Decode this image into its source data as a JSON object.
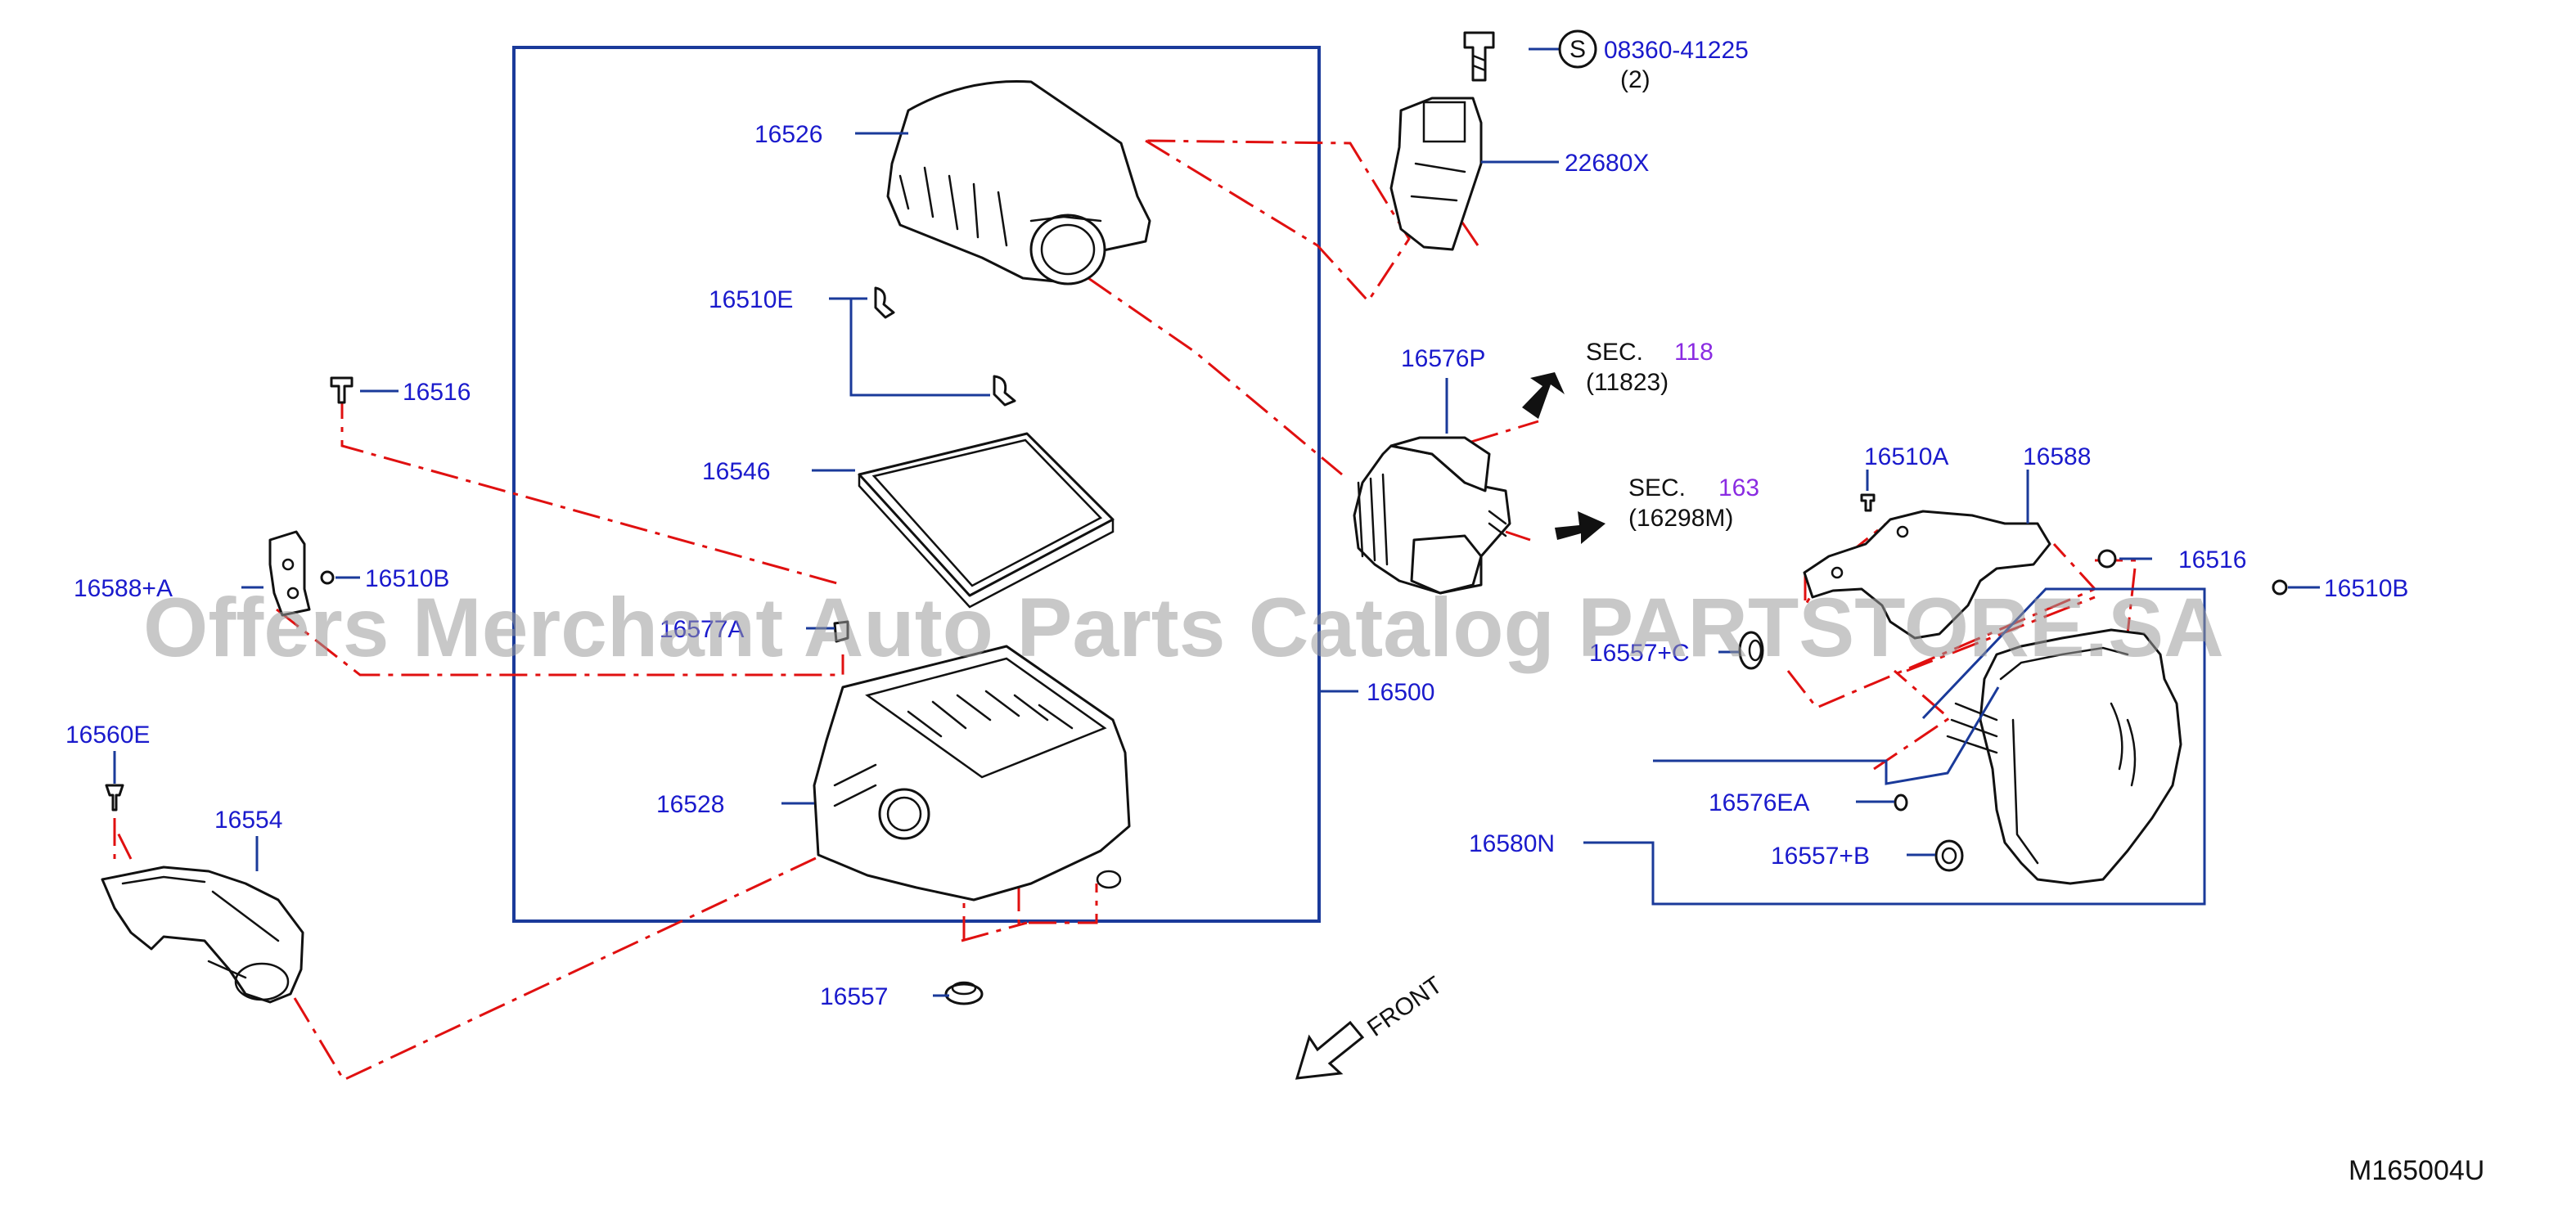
{
  "watermark": "Offers Merchant Auto Parts Catalog PARTSTORE.SA",
  "diagram_code": "M165004U",
  "front_label": "FRONT",
  "bolt_symbol": "S",
  "colors": {
    "label": "#1a1acc",
    "leader": "#1a3a9a",
    "phantom_line": "#e01010",
    "section_link": "#8a2be2"
  },
  "labels": {
    "p16526": "16526",
    "p16510E": "16510E",
    "p16516_left": "16516",
    "p16546": "16546",
    "p16588A": "16588+A",
    "p16510B_left": "16510B",
    "p16577A": "16577A",
    "p16560E": "16560E",
    "p16554": "16554",
    "p16528": "16528",
    "p16500": "16500",
    "p16557": "16557",
    "p08360": "08360-41225",
    "p08360_qty": "(2)",
    "p22680X": "22680X",
    "p16576P": "16576P",
    "p16510A": "16510A",
    "p16588": "16588",
    "p16516_right": "16516",
    "p16510B_right": "16510B",
    "p16557C": "16557+C",
    "p16576EA": "16576EA",
    "p16557B": "16557+B",
    "p16580N": "16580N"
  },
  "sections": [
    {
      "prefix": "SEC.",
      "number": "118",
      "ref": "(11823)"
    },
    {
      "prefix": "SEC.",
      "number": "163",
      "ref": "(16298M)"
    }
  ]
}
